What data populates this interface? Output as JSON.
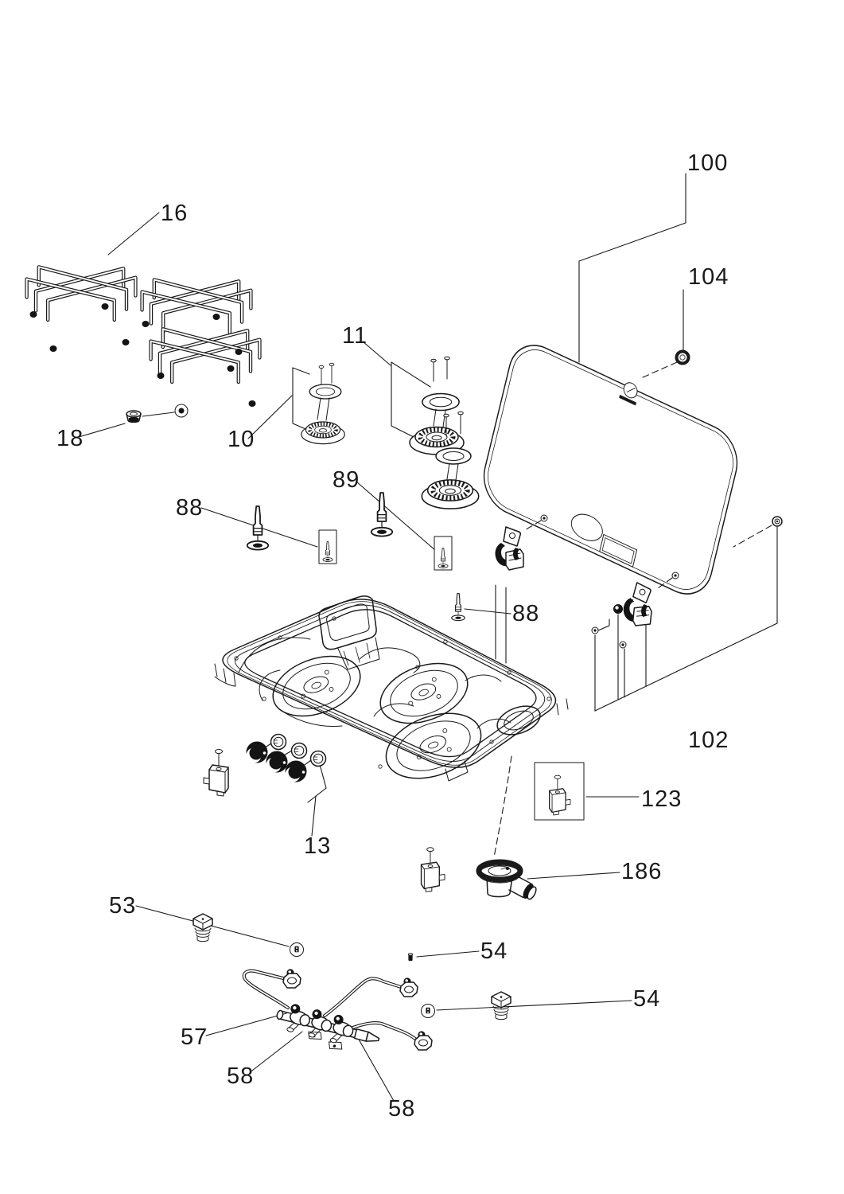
{
  "diagram": {
    "kind": "exploded-parts-diagram",
    "colors": {
      "line": "#1a1a1a",
      "background": "#ffffff",
      "dark_fill": "#141414"
    }
  },
  "labels": {
    "pan_support": "16",
    "foot_grommet": "18",
    "burner_small": "10",
    "burner_large": "11",
    "electrode_left": "88",
    "electrode_center": "89",
    "electrode_right": "88",
    "lid": "100",
    "lid_bushing": "104",
    "lid_bracket": "102",
    "knobs": "13",
    "micro_switch": "123",
    "drain": "186",
    "sealing_cap": "53",
    "jet_upper": "54",
    "jet_lower": "54",
    "manifold": "57",
    "valve_front": "58",
    "valve_rear": "58"
  }
}
